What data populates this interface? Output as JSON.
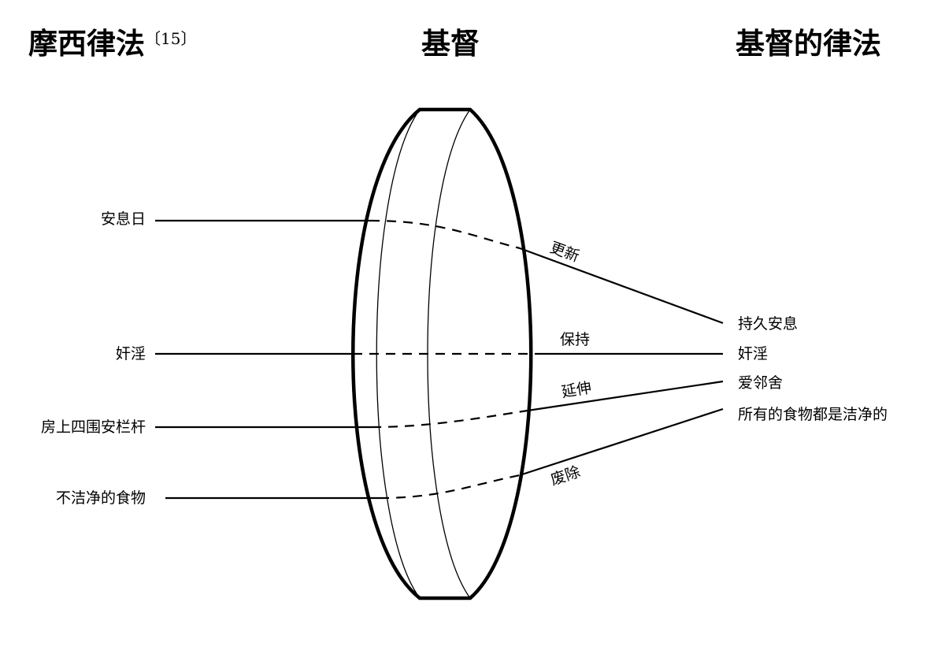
{
  "titles": {
    "mosaic_law": "摩西律法",
    "footnote": "〔15〕",
    "christ": "基督",
    "law_of_christ": "基督的律法"
  },
  "left_items": [
    "安息日",
    "奸淫",
    "房上四围安栏杆",
    "不洁净的食物"
  ],
  "right_items": [
    "持久安息",
    "奸淫",
    "爱邻舍",
    "所有的食物都是洁净的"
  ],
  "transformations": [
    "更新",
    "保持",
    "延伸",
    "废除"
  ]
}
